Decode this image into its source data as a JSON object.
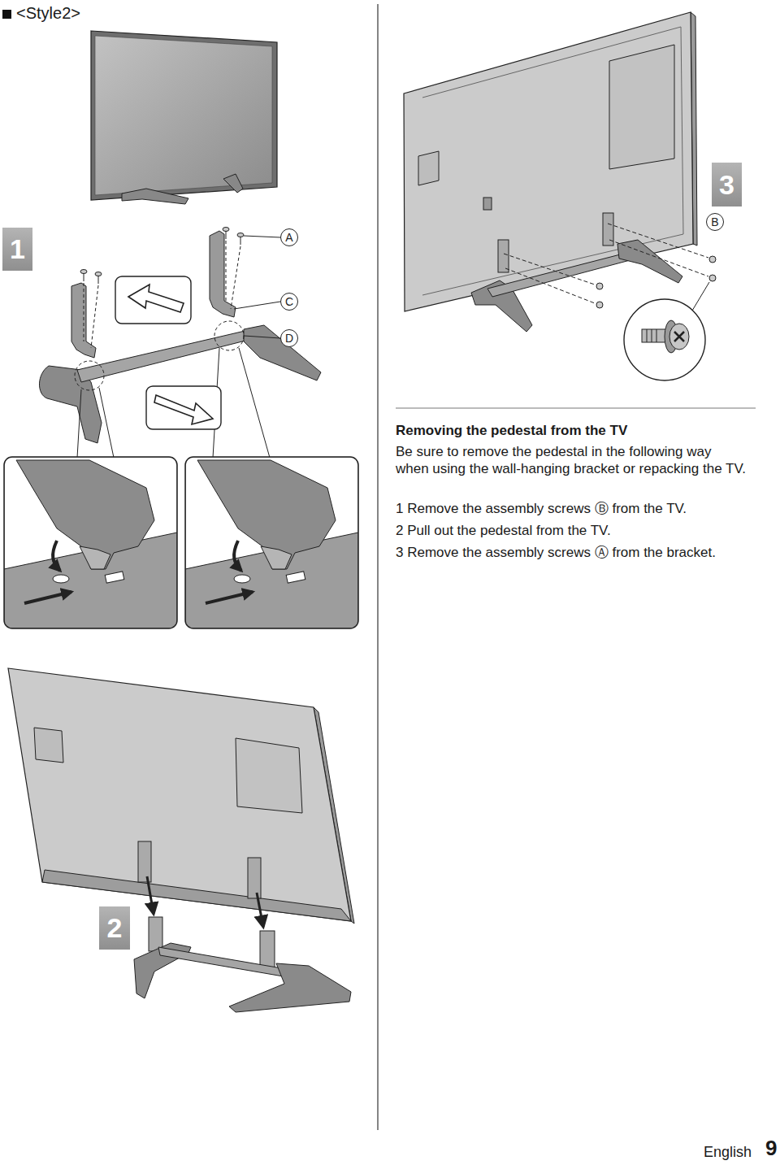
{
  "diagram": {
    "title": "<Style2>",
    "nodes": [
      {
        "text": [
          "1"
        ]
      },
      {
        "text": [
          "A"
        ]
      },
      {
        "text": [
          "C"
        ]
      },
      {
        "text": [
          "D"
        ]
      },
      {
        "text": [
          "2"
        ]
      },
      {
        "text": [
          "3"
        ]
      },
      {
        "text": [
          "B"
        ]
      }
    ],
    "labels": [
      "Removing the pedestal from the TV",
      "Be sure to remove the pedestal in the following way when using the wall-hanging bracket or repacking the TV.",
      "1 Remove the assembly screws Ⓑ from the TV.",
      "2 Pull out the pedestal from the TV.",
      "3 Remove the assembly screws Ⓐ from the bracket.",
      "English",
      "9"
    ]
  }
}
